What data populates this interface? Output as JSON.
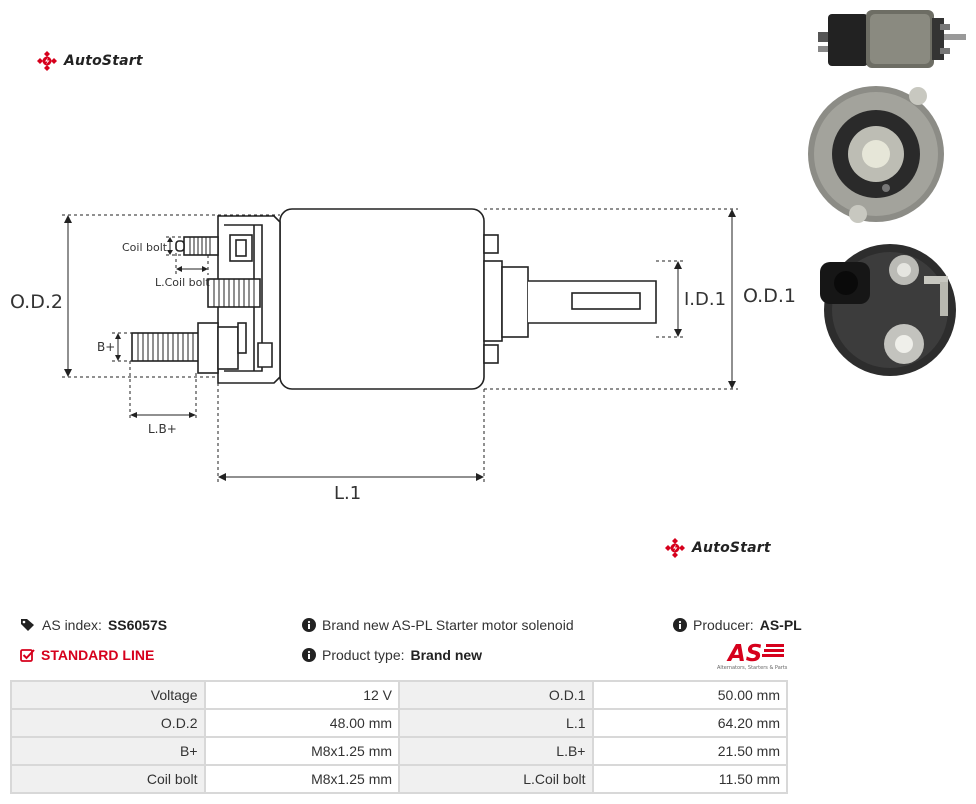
{
  "brand": {
    "name": "AutoStart",
    "color": "#d6001c"
  },
  "drawing": {
    "labels": {
      "od2": "O.D.2",
      "od1": "O.D.1",
      "id1": "I.D.1",
      "l1": "L.1",
      "lb": "L.B+",
      "bplus": "B+",
      "coil_bolt": "Coil bolt",
      "l_coil_bolt": "L.Coil bolt"
    }
  },
  "product": {
    "index_label": "AS index:",
    "index_value": "SS6057S",
    "description": "Brand new AS-PL Starter motor solenoid",
    "producer_label": "Producer:",
    "producer_value": "AS-PL",
    "line": "STANDARD LINE",
    "type_label": "Product type:",
    "type_value": "Brand new",
    "as_logo_text": "AS",
    "as_logo_caption": "Alternators, Starters & Parts"
  },
  "specs": {
    "rows": [
      [
        {
          "label": "Voltage",
          "value": "12 V"
        },
        {
          "label": "O.D.1",
          "value": "50.00 mm"
        }
      ],
      [
        {
          "label": "O.D.2",
          "value": "48.00 mm"
        },
        {
          "label": "L.1",
          "value": "64.20 mm"
        }
      ],
      [
        {
          "label": "B+",
          "value": "M8x1.25 mm"
        },
        {
          "label": "L.B+",
          "value": "21.50 mm"
        }
      ],
      [
        {
          "label": "Coil bolt",
          "value": "M8x1.25 mm"
        },
        {
          "label": "L.Coil bolt",
          "value": "11.50 mm"
        }
      ]
    ]
  }
}
